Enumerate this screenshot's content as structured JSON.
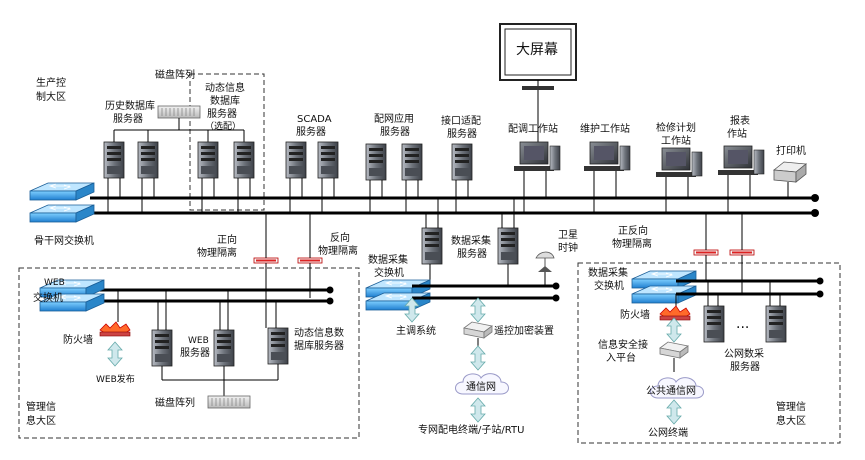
{
  "zones": {
    "production": "生产控制大区",
    "management_left": "管理信息大区",
    "management_right": "管理信息大区"
  },
  "labels": {
    "disk_array_top": "磁盘阵列",
    "history_db": "历史数据库服务器",
    "dynamic_db_optional": "动态信息数据库服务器（选配）",
    "scada": "SCADA服务器",
    "dist_app": "配网应用服务器",
    "interface_adapter": "接口适配服务器",
    "big_screen": "大屏幕",
    "dispatch_ws": "配调工作站",
    "maintenance_ws": "维护工作站",
    "maint_plan_ws": "检修计划工作站",
    "report_ws": "报表作站",
    "printer": "打印机",
    "backbone_switch": "骨干网交换机",
    "forward_isolation": "正向物理隔离",
    "reverse_isolation": "反向物理隔离",
    "bidirectional_isolation": "正反向物理隔离",
    "web_switch": "WEB交换机",
    "firewall_left": "防火墙",
    "web_publish": "WEB发布",
    "web_server": "WEB服务器",
    "dynamic_db": "动态信息数据库服务器",
    "disk_array_bottom": "磁盘阵列",
    "acq_switch_mid": "数据采集交换机",
    "acq_server": "数据采集服务器",
    "satellite_clock": "卫星时钟",
    "main_system": "主调系统",
    "remote_encrypt": "遥控加密装置",
    "comm_network": "通信网",
    "terminals": "专网配电终端/子站/RTU",
    "acq_switch_right": "数据采集交换机",
    "firewall_right": "防火墙",
    "security_access": "信息安全接入平台",
    "public_network": "公共通信网",
    "public_terminal": "公网终端",
    "public_acq_server": "公网数采服务器",
    "ellipsis": "···"
  }
}
